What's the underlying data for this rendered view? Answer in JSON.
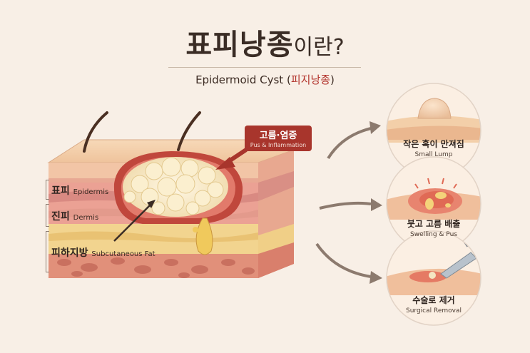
{
  "title": {
    "main": "표피낭종",
    "suffix": "이란?"
  },
  "subtitle": {
    "english": "Epidermoid Cyst",
    "korean": "피지낭종"
  },
  "layers": [
    {
      "korean": "표피",
      "english": "Epidermis"
    },
    {
      "korean": "진피",
      "english": "Dermis"
    },
    {
      "korean": "피하지방",
      "english": "Subcutaneous Fat"
    }
  ],
  "callout": {
    "korean": "고름·염증",
    "english": "Pus & Inflammation"
  },
  "stages": [
    {
      "korean": "작은 혹이 만져짐",
      "english": "Small Lump"
    },
    {
      "korean": "붓고 고름 배출",
      "english": "Swelling & Pus"
    },
    {
      "korean": "수술로 제거",
      "english": "Surgical Removal"
    }
  ],
  "colors": {
    "callout": "#a8352c",
    "accent_red": "#b2322b",
    "background": "#f8efe6"
  }
}
